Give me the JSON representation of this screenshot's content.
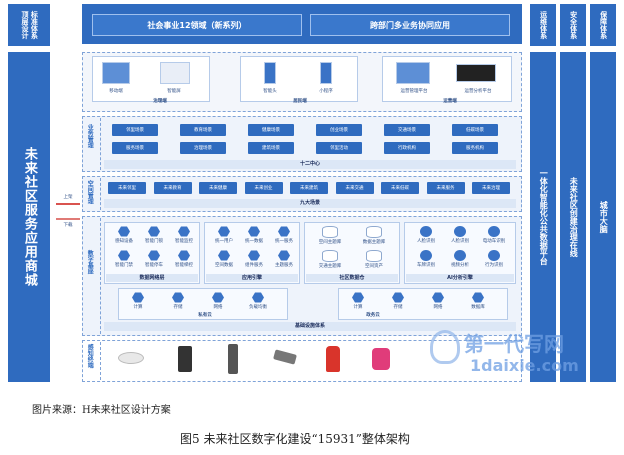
{
  "header": {
    "top_left_1": "顶层设计",
    "top_left_2": "标准体系",
    "title_left": "社会事业12领域（新系列）",
    "title_right": "跨部门多业务协同应用",
    "right_1": "运维体系",
    "right_2": "安全体系",
    "right_3": "保障体系"
  },
  "left_side_label": "未来社区服务应用商城",
  "up_label": "上架",
  "down_label": "下载",
  "terminals": {
    "governance": {
      "items": [
        "移动端",
        "智能屏"
      ],
      "label": "治理端"
    },
    "resident": {
      "items": [
        "智能头",
        "小程序"
      ],
      "label": "居民端"
    },
    "operation": {
      "items": [
        "运营管理平台",
        "运营分析平台"
      ],
      "label": "运营端"
    }
  },
  "business": {
    "label": "业务管理",
    "row1": [
      "邻里场景",
      "教育场景",
      "健康场景",
      "创业场景",
      "交通场景",
      "低碳场景"
    ],
    "row2": [
      "服务场景",
      "治理场景",
      "建筑场景",
      "邻里活动",
      "行政机构",
      "服务机构"
    ],
    "bar": "十二中心"
  },
  "space": {
    "label": "空间管理",
    "items": [
      "未来邻里",
      "未来教育",
      "未来健康",
      "未来创业",
      "未来建筑",
      "未来交通",
      "未来低碳",
      "未来服务",
      "未来治理"
    ],
    "bar": "九大场景"
  },
  "digital": {
    "label": "数字基座",
    "sub_left": [
      "感知设备",
      "智能门锁",
      "智能监控",
      "智能门禁",
      "智能停车",
      "智能梯控"
    ],
    "sub_left_bar": "数据网络层",
    "sub_mid": [
      "统一用户",
      "统一数据",
      "统一服务",
      "空间数据",
      "组件服务",
      "主题服务"
    ],
    "sub_mid_bar": "应用引擎",
    "sub_db": [
      "空间主题库",
      "数据主题库",
      "交通主题库",
      "空间资产"
    ],
    "sub_db_bar": "社区数据仓",
    "sub_ai": [
      "人脸识别",
      "人脸识别",
      "电动车识别",
      "车牌识别",
      "视频分析",
      "行为识别"
    ],
    "sub_ai_bar": "AI分析引擎",
    "infra_left": [
      "计算",
      "存储",
      "网络",
      "负载均衡"
    ],
    "infra_left_label": "私有云",
    "infra_right": [
      "计算",
      "存储",
      "网络",
      "数据库"
    ],
    "infra_right_label": "政务云",
    "infra_bar": "基础设施体系"
  },
  "sense": {
    "label": "感知终端"
  },
  "right_columns": {
    "col1": "一体化智能化公共数据平台",
    "col2": "未来社区创建治理在线",
    "col3": "城市大脑"
  },
  "watermark": {
    "title": "第一代写网",
    "url": "1daixie.com"
  },
  "source": "图片来源：H未来社区设计方案",
  "figure_caption": "图5 未来社区数字化建设“15931”整体架构",
  "colors": {
    "primary": "#2f6bbf",
    "light": "#eef3fb"
  }
}
